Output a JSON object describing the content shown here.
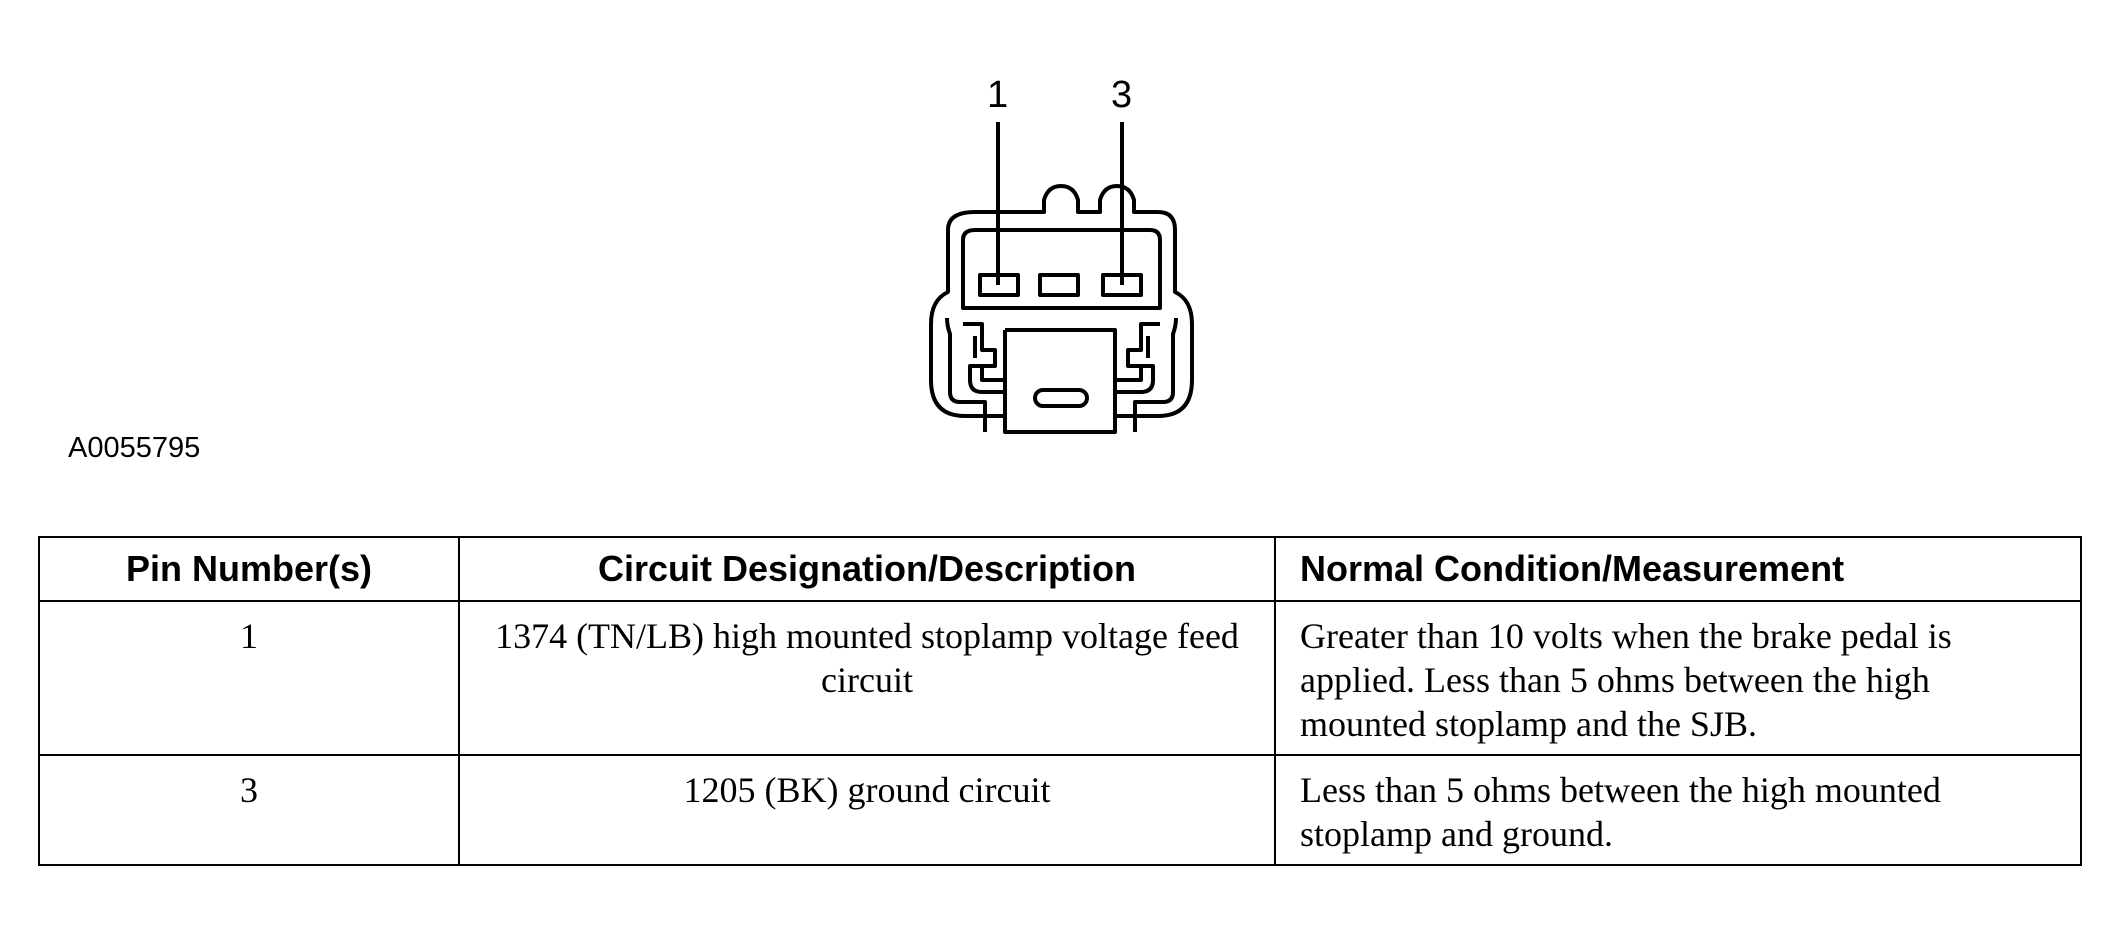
{
  "diagram": {
    "pin_labels": [
      "1",
      "3"
    ],
    "figure_id": "A0055795"
  },
  "table": {
    "headers": [
      "Pin Number(s)",
      "Circuit Designation/Description",
      "Normal Condition/Measurement"
    ],
    "rows": [
      {
        "pin": "1",
        "circuit": "1374 (TN/LB) high mounted stoplamp voltage feed circuit",
        "condition": "Greater than 10 volts when the brake pedal is applied. Less than 5 ohms between the high mounted stoplamp and the SJB."
      },
      {
        "pin": "3",
        "circuit": "1205 (BK) ground circuit",
        "condition": "Less than 5 ohms between the high mounted stoplamp and ground."
      }
    ]
  }
}
